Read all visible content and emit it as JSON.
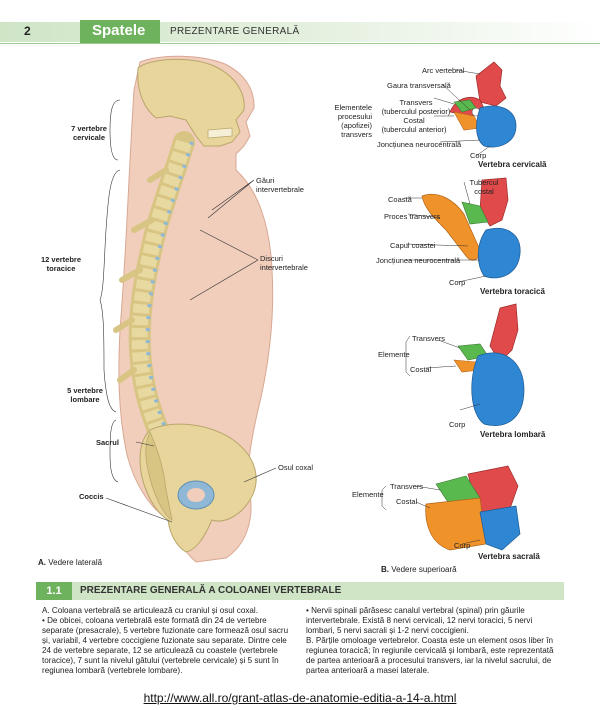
{
  "header": {
    "page_number": "2",
    "chapter": "Spatele",
    "section": "PREZENTARE GENERALĂ"
  },
  "figure_a": {
    "caption_letter": "A.",
    "caption": "Vedere laterală",
    "labels": {
      "cervical": "7 vertebre\ncervicale",
      "thoracic": "12 vertebre\ntoracice",
      "lumbar": "5 vertebre\nlombare",
      "sacrum": "Sacrul",
      "coccyx": "Coccis",
      "foramina": "Găuri\nintervertebrale",
      "discs": "Discuri\nintervertebrale",
      "hip": "Osul coxal"
    }
  },
  "figure_b": {
    "caption_letter": "B.",
    "caption": "Vedere superioară",
    "cervical": {
      "title": "Vertebra cervicală",
      "arc": "Arc vertebral",
      "foramen": "Gaura transversală",
      "elements": "Elementele\nprocesului (apofizei)\ntransvers",
      "transvers": "Transvers\n(tuberculul posterior)",
      "costal": "Costal\n(tuberculul anterior)",
      "junction": "Joncțiunea neurocentrală",
      "body": "Corp"
    },
    "thoracic": {
      "title": "Vertebra toracică",
      "rib": "Coastă",
      "costal_tubercle": "Tubercul\ncostal",
      "process": "Proces transvers",
      "head": "Capul coastei",
      "junction": "Joncțiunea neurocentrală",
      "body": "Corp"
    },
    "lumbar": {
      "title": "Vertebra lombară",
      "elements": "Elemente",
      "transvers": "Transvers",
      "costal": "Costal",
      "body": "Corp"
    },
    "sacral": {
      "title": "Vertebra sacrală",
      "elements": "Elemente",
      "transvers": "Transvers",
      "costal": "Costal",
      "body": "Corp"
    }
  },
  "section_bar": {
    "number": "1.1",
    "title": "PREZENTARE GENERALĂ A COLOANEI VERTEBRALE"
  },
  "text": {
    "left": [
      "A. Coloana vertebrală se articulează cu craniul și osul coxal.",
      "• De obicei, coloana vertebrală este formată din 24 de vertebre separate (presacrale), 5 vertebre fuzionate care formează osul sacru și, variabil, 4 vertebre coccigiene fuzionate sau separate. Dintre cele 24 de vertebre separate, 12 se articulează cu coastele (vertebrele toracice), 7 sunt la nivelul gâtului (vertebrele cervicale) și 5 sunt în regiunea lombară (vertebrele lombare)."
    ],
    "right": [
      "• Nervii spinali părăsesc canalul vertebral (spinal) prin găurile intervertebrale. Există 8 nervi cervicali, 12 nervi toracici, 5 nervi lombari, 5 nervi sacrali și 1-2 nervi coccigieni.",
      "B. Părțile omoloage vertebrelor. Coasta este un element osos liber în regiunea toracică; în regiunile cervicală și lombară, este reprezentată de partea anterioară a procesului transvers, iar la nivelul sacrului, de partea anterioară a masei laterale."
    ]
  },
  "footer_url": "http://www.all.ro/grant-atlas-de-anatomie-editia-a-14-a.html",
  "colors": {
    "accent_green": "#6fb25e",
    "light_green": "#cfe5c6",
    "bone": "#e8d9a0",
    "skin": "#f0c9b6",
    "disc": "#8fb8d6",
    "red": "#e04a4a",
    "orange": "#f0922a",
    "blue": "#2f86d3",
    "green": "#59b84e"
  }
}
